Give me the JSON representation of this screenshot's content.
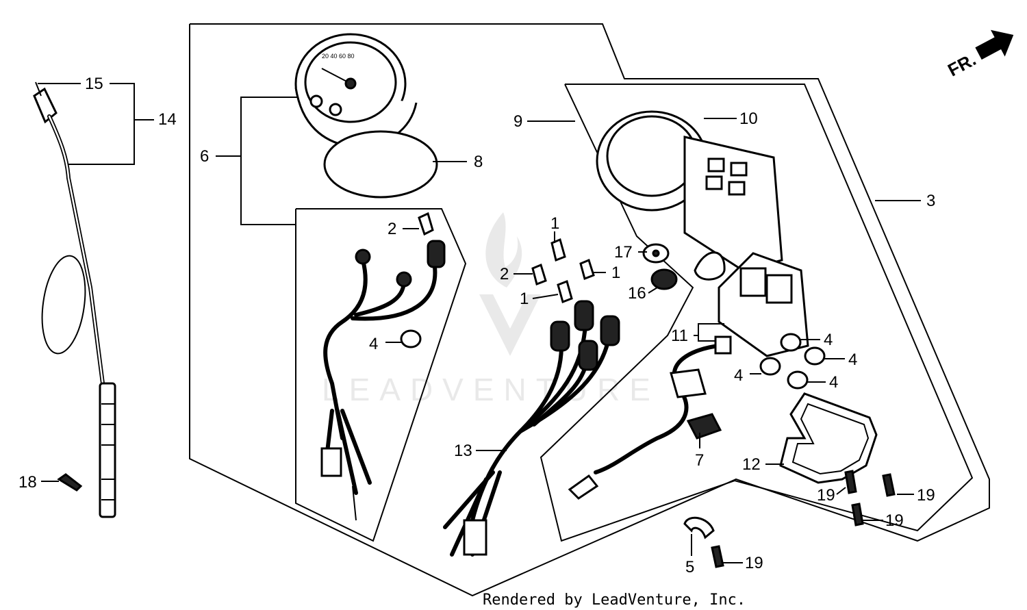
{
  "diagram": {
    "callouts": {
      "c1a": "1",
      "c1b": "1",
      "c1c": "1",
      "c2a": "2",
      "c2b": "2",
      "c3": "3",
      "c4a": "4",
      "c4b": "4",
      "c4c": "4",
      "c4d": "4",
      "c4e": "4",
      "c5": "5",
      "c6": "6",
      "c7": "7",
      "c8": "8",
      "c9": "9",
      "c10": "10",
      "c11": "11",
      "c12": "12",
      "c13": "13",
      "c14": "14",
      "c15": "15",
      "c16": "16",
      "c17": "17",
      "c18": "18",
      "c19a": "19",
      "c19b": "19",
      "c19c": "19",
      "c19d": "19"
    },
    "front_indicator": "FR.",
    "watermark_text": "LEADVENTURE",
    "footer": "Rendered by LeadVenture, Inc."
  }
}
